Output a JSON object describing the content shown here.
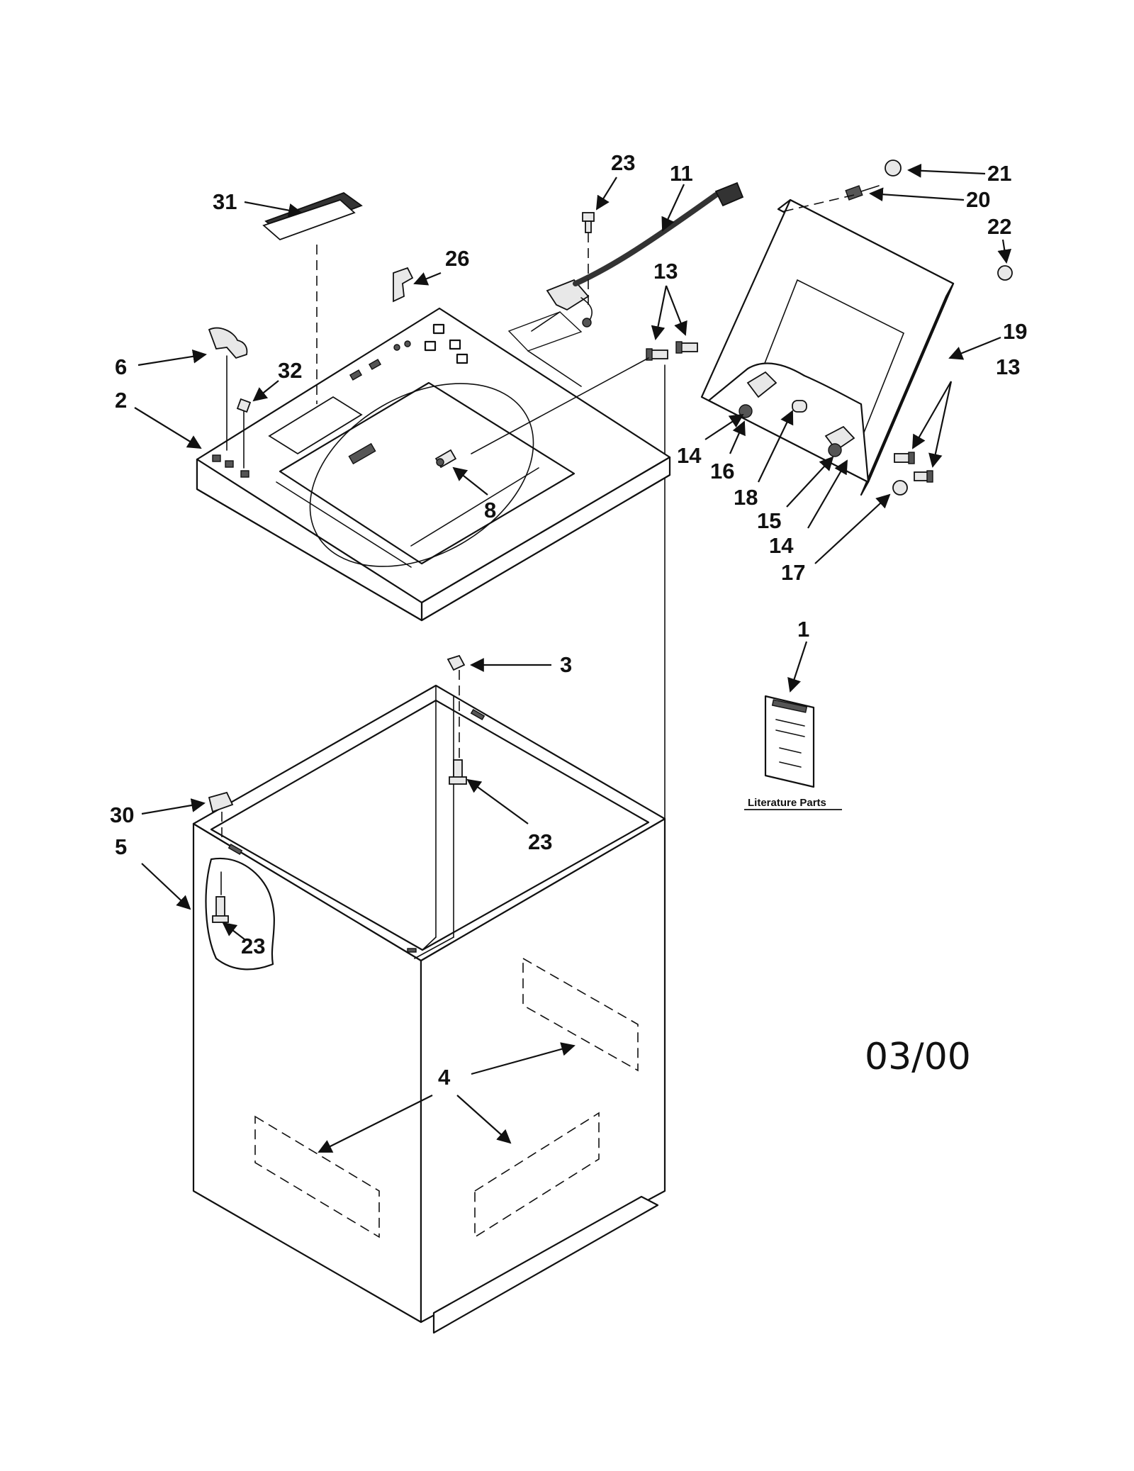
{
  "callouts": {
    "c1": "1",
    "c2": "2",
    "c3": "3",
    "c4": "4",
    "c5": "5",
    "c6": "6",
    "c8": "8",
    "c11": "11",
    "c13a": "13",
    "c13b": "13",
    "c14a": "14",
    "c14b": "14",
    "c15": "15",
    "c16": "16",
    "c17": "17",
    "c18": "18",
    "c19": "19",
    "c20": "20",
    "c21": "21",
    "c22": "22",
    "c23a": "23",
    "c23b": "23",
    "c23c": "23",
    "c26": "26",
    "c30": "30",
    "c31": "31",
    "c32": "32"
  },
  "literature_label": "Literature Parts",
  "date_code": "03/00",
  "colors": {
    "ink": "#111111",
    "paper": "#ffffff"
  }
}
